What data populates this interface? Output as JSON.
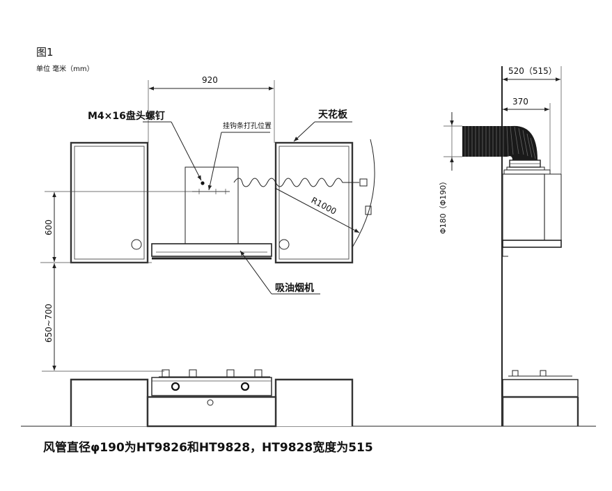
{
  "figure": {
    "title": "图1",
    "unit": "单位 毫米（mm）"
  },
  "dimensions": {
    "width_hood": "920",
    "cabinet_height": "600",
    "mount_height": "650~700",
    "radius": "R1000",
    "side_depth": "520（515）",
    "duct_offset": "370",
    "duct_diameter": "Φ180（Φ190）"
  },
  "labels": {
    "screw": "M4×16盘头螺钉",
    "hang_hole": "挂钩条打孔位置",
    "ceiling": "天花板",
    "hood": "吸油烟机"
  },
  "caption": "风管直径φ190为HT9826和HT9828，HT9828宽度为515",
  "colors": {
    "line": "#222222",
    "duct": "#1a1a1a",
    "background": "#ffffff"
  }
}
